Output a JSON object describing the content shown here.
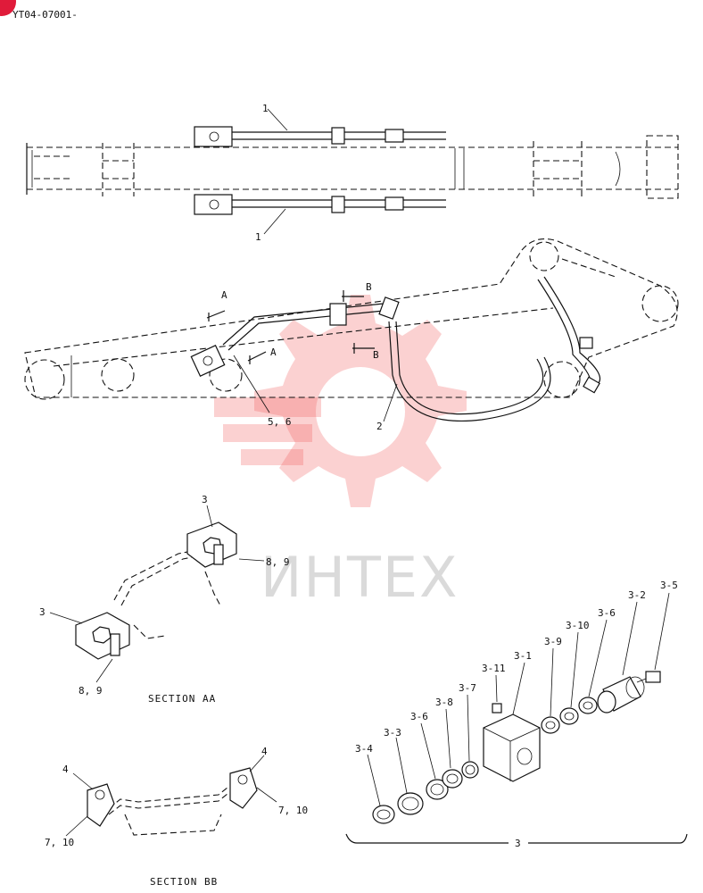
{
  "header": {
    "doc_code": "YT04-07001-"
  },
  "watermark": {
    "text": "ИНТЕХ",
    "color": "#f05a5a"
  },
  "labels": {
    "top_view_1a": "1",
    "top_view_1b": "1",
    "view_A1": "A",
    "view_A2": "A",
    "view_B1": "B",
    "view_B2": "B",
    "callout_56": "5, 6",
    "callout_2": "2",
    "aa_3a": "3",
    "aa_89a": "8, 9",
    "aa_3b": "3",
    "aa_89b": "8, 9",
    "bb_4a": "4",
    "bb_710a": "7, 10",
    "bb_4b": "4",
    "bb_710b": "7, 10",
    "p3_4": "3-4",
    "p3_3": "3-3",
    "p3_6a": "3-6",
    "p3_8": "3-8",
    "p3_7": "3-7",
    "p3_11": "3-11",
    "p3_1": "3-1",
    "p3_9": "3-9",
    "p3_10": "3-10",
    "p3_6b": "3-6",
    "p3_2": "3-2",
    "p3_5": "3-5",
    "assembly_3": "3"
  },
  "sections": {
    "aa": "SECTION AA",
    "bb": "SECTION BB"
  }
}
